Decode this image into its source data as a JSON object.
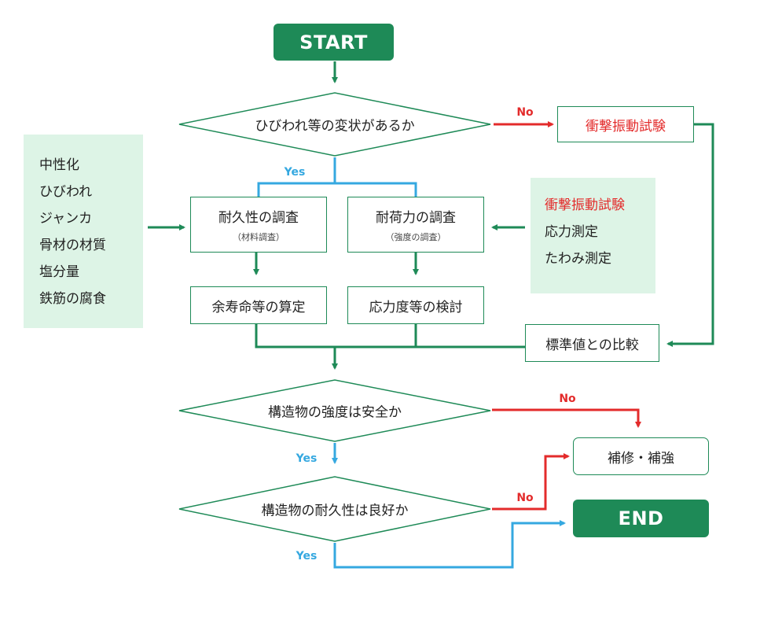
{
  "start_label": "START",
  "end_label": "END",
  "decisions": {
    "cracks": "ひびわれ等の変状があるか",
    "strength": "構造物の強度は安全か",
    "durability": "構造物の耐久性は良好か"
  },
  "edge_labels": {
    "no": "No",
    "yes": "Yes"
  },
  "boxes": {
    "impact_top": "衝撃振動試験",
    "durability_survey": {
      "title": "耐久性の調査",
      "sub": "（材料調査）"
    },
    "load_survey": {
      "title": "耐荷力の調査",
      "sub": "（強度の調査）"
    },
    "remaining_life": "余寿命等の算定",
    "stress_check": "応力度等の検討",
    "compare": "標準値との比較",
    "repair": "補修・補強"
  },
  "left_panel": {
    "items": [
      "中性化",
      "ひびわれ",
      "ジャンカ",
      "骨材の材質",
      "塩分量",
      "鉄筋の腐食"
    ]
  },
  "right_panel": {
    "items": [
      {
        "text": "衝撃振動試験",
        "color": "#e32b2b"
      },
      {
        "text": "応力測定",
        "color": "#222222"
      },
      {
        "text": "たわみ測定",
        "color": "#222222"
      }
    ]
  },
  "colors": {
    "green": "#1e8a57",
    "red": "#e32b2b",
    "blue": "#35a8e0",
    "panel": "#ddf4e6"
  }
}
